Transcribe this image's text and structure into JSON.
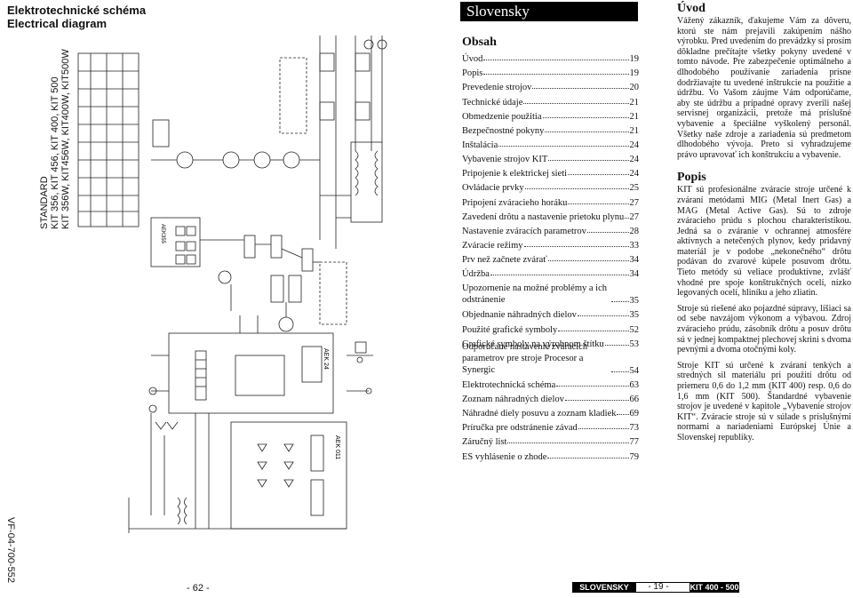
{
  "left_page": {
    "title_line1": "Elektrotechnické schéma",
    "title_line2": "Electrical diagram",
    "models_line1": "STANDARD",
    "models_line2": "KIT 356, KIT 456, KIT 400, KIT 500",
    "models_line3": "KIT 356W, KIT456W, KIT400W, KIT500W",
    "doc_code": "VF-04-700-552",
    "page_number": "- 62 -",
    "diagram_labels": {
      "aek24": "AEK 24",
      "aek011": "AEK 011",
      "aek355": "AEK355"
    }
  },
  "middle": {
    "language": "Slovensky",
    "toc_heading": "Obsah",
    "toc": [
      {
        "title": "Úvod",
        "page": "19"
      },
      {
        "title": "Popis",
        "page": "19"
      },
      {
        "title": "Prevedenie strojov",
        "page": "20"
      },
      {
        "title": "Technické údaje",
        "page": "21"
      },
      {
        "title": "Obmedzenie použitia",
        "page": "21"
      },
      {
        "title": "Bezpečnostné pokyny",
        "page": "21"
      },
      {
        "title": "Inštalácia",
        "page": "24"
      },
      {
        "title": "Vybavenie strojov KIT",
        "page": "24"
      },
      {
        "title": "Pripojenie k elektrickej sieti",
        "page": "24"
      },
      {
        "title": "Ovládacie prvky",
        "page": "25"
      },
      {
        "title": "Pripojení zváracieho horáku",
        "page": "27"
      },
      {
        "title": "Zavedení drôtu a nastavenie prietoku plynu",
        "page": "27"
      },
      {
        "title": "Nastavenie zváracích parametrov",
        "page": "28"
      },
      {
        "title": "Zváracie režimy",
        "page": "33"
      },
      {
        "title": "Prv než začnete zvárať",
        "page": "34"
      },
      {
        "title": "Údržba",
        "page": "34"
      },
      {
        "title": "Upozornenie na možné problémy a ich odstránenie",
        "page": "35"
      },
      {
        "title": "Objednanie náhradných dielov",
        "page": "35"
      },
      {
        "title": "Použité grafické symboly",
        "page": "52"
      },
      {
        "title": "Grafické symboly na výrobnom štítku",
        "page": "53"
      },
      {
        "title": "Odporúčané nastavenie zváracích parametrov pre stroje Procesor a Synergic",
        "page": "54"
      },
      {
        "title": "Elektrotechnická schéma",
        "page": "63"
      },
      {
        "title": "Zoznam náhradných dielov",
        "page": "66"
      },
      {
        "title": "Náhradné diely posuvu a zoznam kladiek",
        "page": "69"
      },
      {
        "title": "Príručka pre odstránenie závad",
        "page": "73"
      },
      {
        "title": "Záručný list",
        "page": "77"
      },
      {
        "title": "ES vyhlásenie o zhode",
        "page": "79"
      }
    ]
  },
  "right": {
    "intro_heading": "Úvod",
    "intro_text": "Vážený zákazník, ďakujeme Vám za dôveru, ktorú ste nám prejavili zakúpením nášho výrobku. Pred uvedením do prevádzky si prosím dôkladne prečítajte všetky pokyny uvedené v tomto návode. Pre zabezpečenie optimálneho a dlhodobého používanie zariadenia prísne dodržiavajte tu uvedené inštrukcie na použitie a údržbu. Vo Vašom záujme Vám odporúčame, aby ste údržbu a prípadné opravy zverili našej servisnej organizácii, pretože má príslušné vybavenie a špeciálne vyškolený personál. Všetky naše zdroje a zariadenia sú predmetom dlhodobého vývoja. Preto si vyhradzujeme právo upravovať ich konštrukciu a vybavenie.",
    "popis_heading": "Popis",
    "popis_p1": "KIT sú profesionálne zváracie stroje určené k zváraní metódami MIG (Metal Inert Gas) a MAG (Metal Active Gas). Sú to zdroje zváracieho prúdu s plochou charakteristikou. Jedná sa o zváranie v ochrannej atmosfére aktívnych a netečených plynov, kedy pridavný materiál je v podobe „nekonečného“ drôtu podávan do zvarové kúpele posuvom drôtu. Tieto metódy sú veliace produktívne, zvlášť vhodné pre spoje konštrukčných ocelí, nízko legovaných ocelí, hliníku a jeho zliatin.",
    "popis_p2": "Stroje sú riešené ako pojazdné súpravy, líšiaci sa od sebe navzájom výkonom a výbavou. Zdroj zváracieho prúdu, zásobník drôtu a posuv drôtu sú v jednej kompaktnej plechovej skrini s dvoma pevnými a dvoma otočnými koly.",
    "popis_p3": "Stroje KIT sú určené k zváraní tenkých a stredných sil materiálu pri použití drôtu od priemeru 0,6 do 1,2 mm (KIT 400) resp. 0,6 do 1,6 mm (KIT 500). Štandardné vybavenie strojov je uvedené v kapitole „Vybavenie strojov KIT“. Zváracie stroje sú v súlade s príslušnými normami a nariadeniami Európskej Únie a Slovenskej republiky."
  },
  "footer": {
    "section": "SLOVENSKY",
    "page": "- 19 -",
    "model": "KIT 400 - 500"
  }
}
